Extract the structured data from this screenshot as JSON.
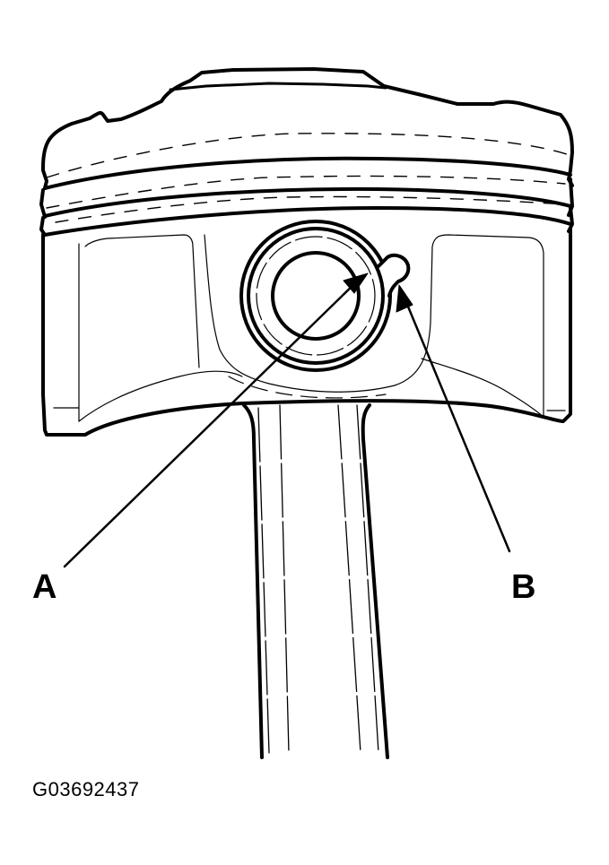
{
  "diagram": {
    "subject": "Piston with connecting rod and piston pin snap ring",
    "callouts": [
      {
        "id": "A",
        "label": "A",
        "points_to": "piston pin bore / snap ring inner edge"
      },
      {
        "id": "B",
        "label": "B",
        "points_to": "snap ring notch in piston pin boss"
      }
    ],
    "figure_id": "G03692437",
    "colors": {
      "line": "#000000",
      "background": "#ffffff"
    }
  }
}
